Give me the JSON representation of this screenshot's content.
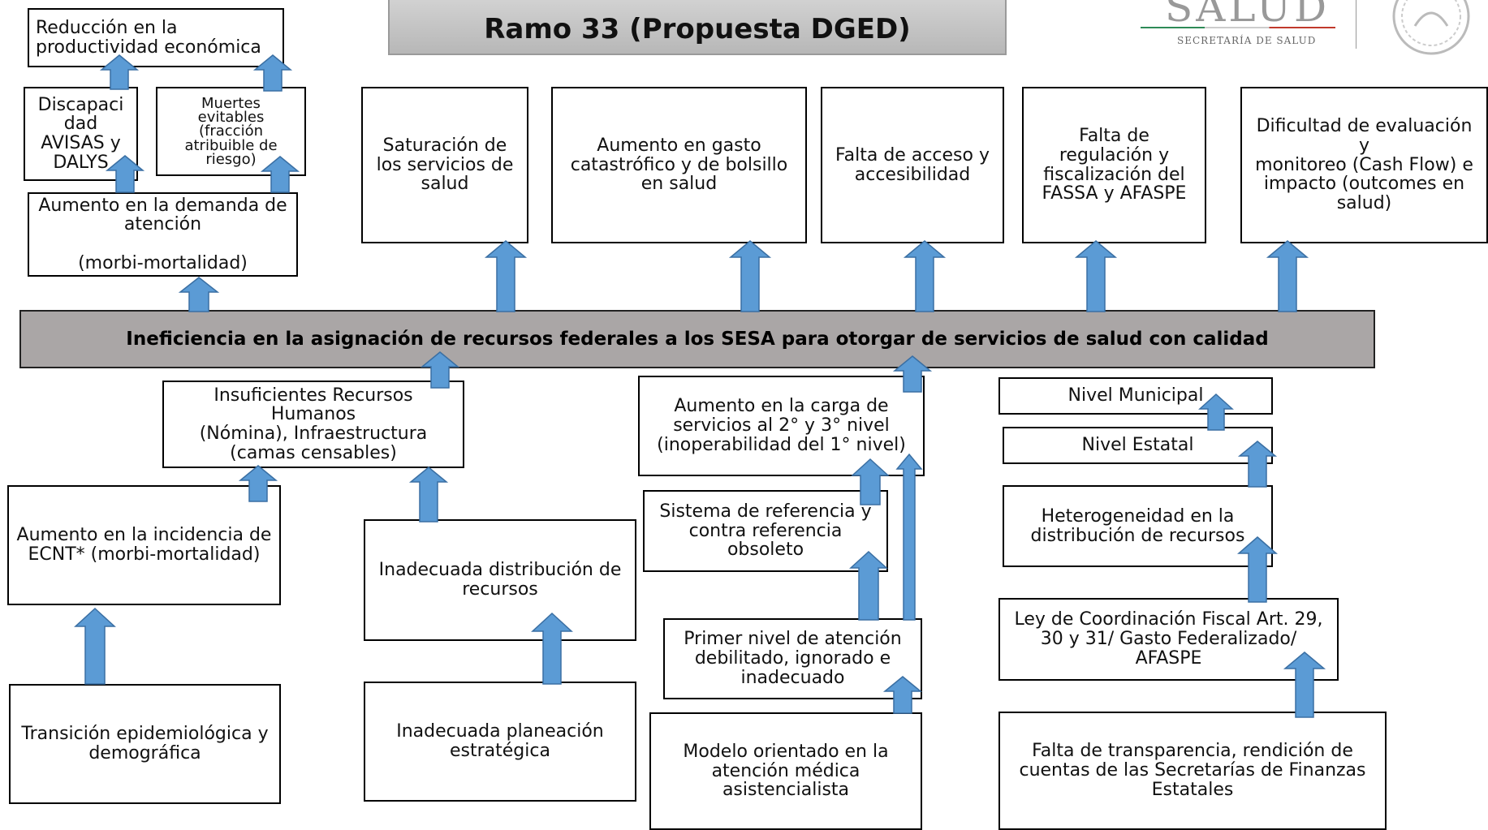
{
  "header": {
    "title": "Ramo 33 (Propuesta DGED)",
    "logo_word": "SALUD",
    "logo_subtitle": "SECRETARÍA DE SALUD"
  },
  "central_problem": "Ineficiencia en la asignación de recursos federales a los SESA para otorgar de servicios de salud con calidad",
  "effects": {
    "productividad": "Reducción en la\nproductividad económica",
    "discapacidad": "Discapaci\ndad\nAVISAS y\nDALYS",
    "muertes": "Muertes\nevitables\n(fracción\natribuible de\nriesgo)",
    "demanda": "Aumento en la demanda de\natención\n\n(morbi-mortalidad)",
    "saturacion": "Saturación de\nlos servicios de\nsalud",
    "gasto": "Aumento en gasto\ncatastrófico y de bolsillo\nen salud",
    "acceso": "Falta de acceso y\naccesibilidad",
    "regulacion": "Falta de\nregulación y\nfiscalización del\nFASSA y AFASPE",
    "evaluacion": "Dificultad de evaluación y\nmonitoreo (Cash Flow) e\nimpacto (outcomes en\nsalud)"
  },
  "causes": {
    "recursos_humanos": "Insuficientes Recursos Humanos\n(Nómina), Infraestructura\n(camas censables)",
    "ecnt": "Aumento en la incidencia de\nECNT* (morbi-mortalidad)",
    "transicion": "Transición epidemiológica y\ndemográfica",
    "distribucion": "Inadecuada distribución de\nrecursos",
    "planeacion": "Inadecuada planeación\nestratégica",
    "carga": "Aumento en la carga de\nservicios al 2° y 3° nivel\n(inoperabilidad del 1° nivel)",
    "referencia": "Sistema de referencia y\ncontra referencia\nobsoleto",
    "primer_nivel": "Primer nivel de atención\ndebilitado, ignorado e\ninadecuado",
    "modelo": "Modelo orientado en la\natención médica\nasistencialista",
    "municipal": "Nivel Municipal",
    "estatal": "Nivel Estatal",
    "heterogeneidad": "Heterogeneidad en la\ndistribución de recursos",
    "ley": "Ley de Coordinación Fiscal Art. 29,\n30 y 31/ Gasto Federalizado/\nAFASPE",
    "transparencia": "Falta de transparencia, rendición de\ncuentas de las Secretarías de Finanzas\nEstatales"
  },
  "colors": {
    "arrow_fill": "#5b9bd5",
    "arrow_stroke": "#3a6fa3",
    "central_bar": "#aaa6a6"
  },
  "icons": [
    "arrow-up-icon",
    "seal-icon"
  ]
}
